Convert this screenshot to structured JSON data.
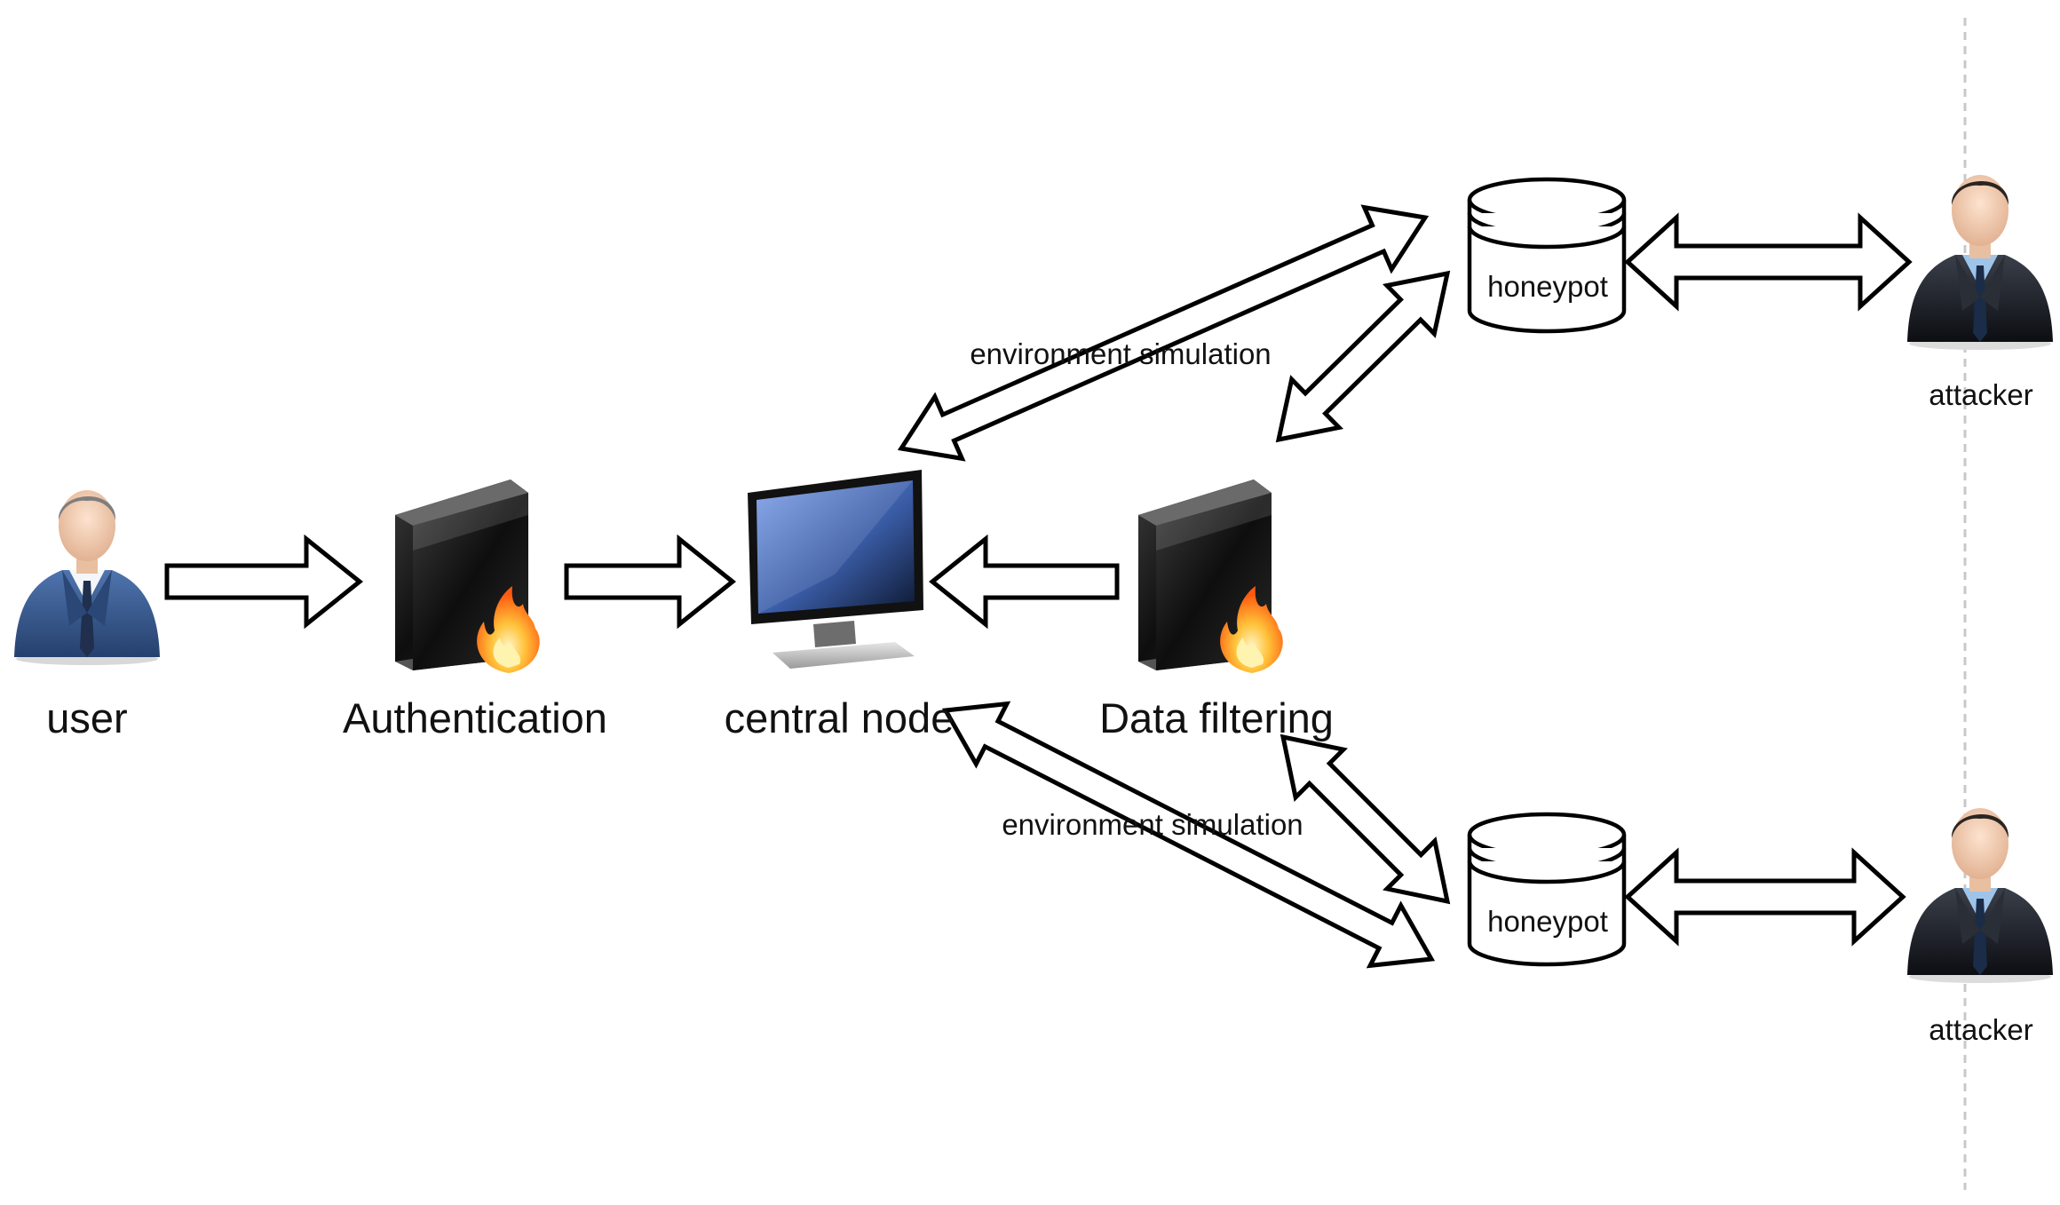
{
  "nodes": {
    "user": "user",
    "authentication": "Authentication",
    "central_node": "central node",
    "data_filtering": "Data filtering",
    "honeypot_top": "honeypot",
    "honeypot_bottom": "honeypot",
    "attacker_top": "attacker",
    "attacker_bottom": "attacker"
  },
  "edges": {
    "env_sim_top": "environment simulation",
    "env_sim_bottom": "environment simulation"
  },
  "icons": {
    "user": "user-icon",
    "attacker": "attacker-icon",
    "firewall": "firewall-server-icon",
    "monitor": "monitor-icon",
    "database": "database-cylinder-icon"
  },
  "colors": {
    "suit_blue": "#3b5a8c",
    "suit_dark": "#1c1f26",
    "firewall_flame": "#ff8a1c",
    "screen_blue": "#6a8fd8",
    "divider": "#c8c8c8"
  }
}
